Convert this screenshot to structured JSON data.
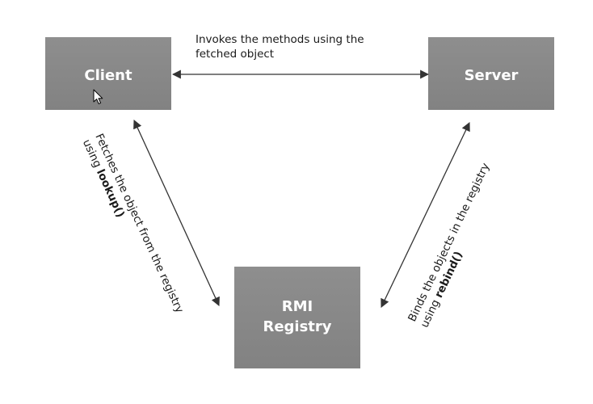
{
  "nodes": {
    "client": {
      "label": "Client"
    },
    "server": {
      "label": "Server"
    },
    "registry": {
      "label_line1": "RMI",
      "label_line2": "Registry"
    }
  },
  "edges": {
    "client_server": {
      "line1": "Invokes the methods using the",
      "line2": "fetched object"
    },
    "client_registry": {
      "line1": "Fetches the object from the registry",
      "line2_prefix": "using ",
      "line2_keyword": "lookup()"
    },
    "server_registry": {
      "line1": "Binds the objects in the registry",
      "line2_prefix": "using ",
      "line2_keyword": "rebind()"
    }
  },
  "colors": {
    "box_fill": "#8a8a8a",
    "box_text": "#ffffff",
    "arrow": "#333333",
    "caption_text": "#1a1a1a"
  }
}
